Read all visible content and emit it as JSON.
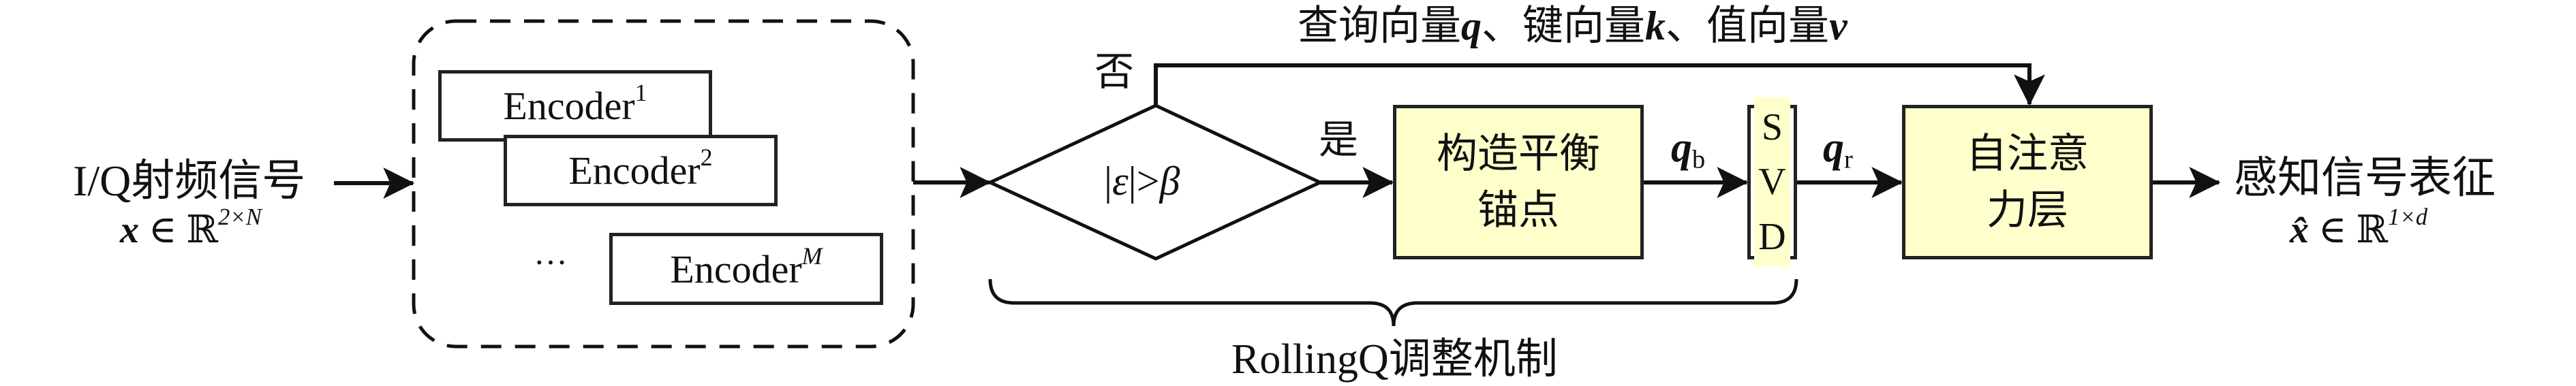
{
  "figure": {
    "type": "flow-diagram",
    "colors": {
      "stroke": "#111111",
      "process_fill": "#ffffcc",
      "background": "#ffffff"
    }
  },
  "input": {
    "label": "I/Q射频信号",
    "math_var": "x",
    "math_in": "∈",
    "math_set": "ℝ",
    "math_sup": "2×N"
  },
  "encoder_group": {
    "style": "dashed-rounded",
    "encoders": [
      {
        "name": "Encoder",
        "sup": "1"
      },
      {
        "name": "Encoder",
        "sup": "2"
      },
      {
        "name": "Encoder",
        "sup": "M"
      }
    ],
    "ellipsis": "···"
  },
  "decision": {
    "abs_left": "|",
    "var": "ε",
    "abs_right": "|",
    "op": ">",
    "threshold": "β",
    "no_label": "否",
    "yes_label": "是"
  },
  "bypass": {
    "label_parts": [
      {
        "text": "查询向量",
        "kind": "cjk"
      },
      {
        "text": "q",
        "kind": "bold-it"
      },
      {
        "text": "、键向量",
        "kind": "cjk"
      },
      {
        "text": "k",
        "kind": "bold-it"
      },
      {
        "text": "、值向量",
        "kind": "cjk"
      },
      {
        "text": "v",
        "kind": "bold-it"
      }
    ]
  },
  "anchor_box": {
    "line1": "构造平衡",
    "line2": "锚点"
  },
  "qb_label": {
    "var": "q",
    "sub": "b"
  },
  "svd_box": {
    "letters": [
      "S",
      "V",
      "D"
    ]
  },
  "qr_label": {
    "var": "q",
    "sub": "r"
  },
  "attention_box": {
    "line1": "自注意",
    "line2": "力层"
  },
  "output": {
    "label": "感知信号表征",
    "math_var": "x̂",
    "math_in": "∈",
    "math_set": "ℝ",
    "math_sup": "1×d"
  },
  "brace": {
    "label_latin": "RollingQ",
    "label_cjk": "调整机制"
  }
}
